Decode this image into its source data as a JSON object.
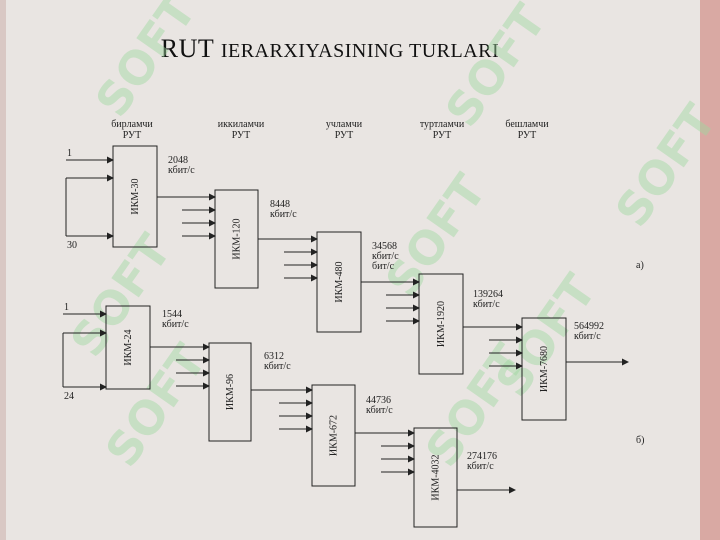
{
  "title": {
    "part1": "RUT",
    "part2": "IERARXIYASINING TURLARI"
  },
  "levels": [
    {
      "l1": "биpламчи",
      "l2": "РУТ"
    },
    {
      "l1": "иккиламчи",
      "l2": "РУТ"
    },
    {
      "l1": "учламчи",
      "l2": "РУТ"
    },
    {
      "l1": "туртламчи",
      "l2": "РУТ"
    },
    {
      "l1": "бешламчи",
      "l2": "РУТ"
    }
  ],
  "chain_a": {
    "marker": "а)",
    "inputs_first": "1",
    "inputs_last": "30",
    "blocks": [
      "ИКМ-30",
      "ИКМ-120",
      "ИКМ-480",
      "ИКМ-1920",
      "ИКМ-7680"
    ],
    "rates": [
      [
        "2048",
        "кбит/с"
      ],
      [
        "8448",
        "кбит/с"
      ],
      [
        "34568",
        "кбит/с",
        "бит/с"
      ],
      [
        "139264",
        "кбит/с"
      ],
      [
        "564992",
        "кбит/с"
      ]
    ]
  },
  "chain_b": {
    "marker": "б)",
    "inputs_first": "1",
    "inputs_last": "24",
    "blocks": [
      "ИКМ-24",
      "ИКМ-96",
      "ИКМ-672",
      "ИКМ-4032"
    ],
    "rates": [
      [
        "1544",
        "кбит/с"
      ],
      [
        "6312",
        "кбит/с"
      ],
      [
        "44736",
        "кбит/с"
      ],
      [
        "274176",
        "кбит/с"
      ]
    ]
  },
  "watermark": "SOFT",
  "colors": {
    "background": "#e9e5e2",
    "right_edge": "#d9a9a3",
    "watermark": "#9fd8a0",
    "ink": "#222222"
  }
}
